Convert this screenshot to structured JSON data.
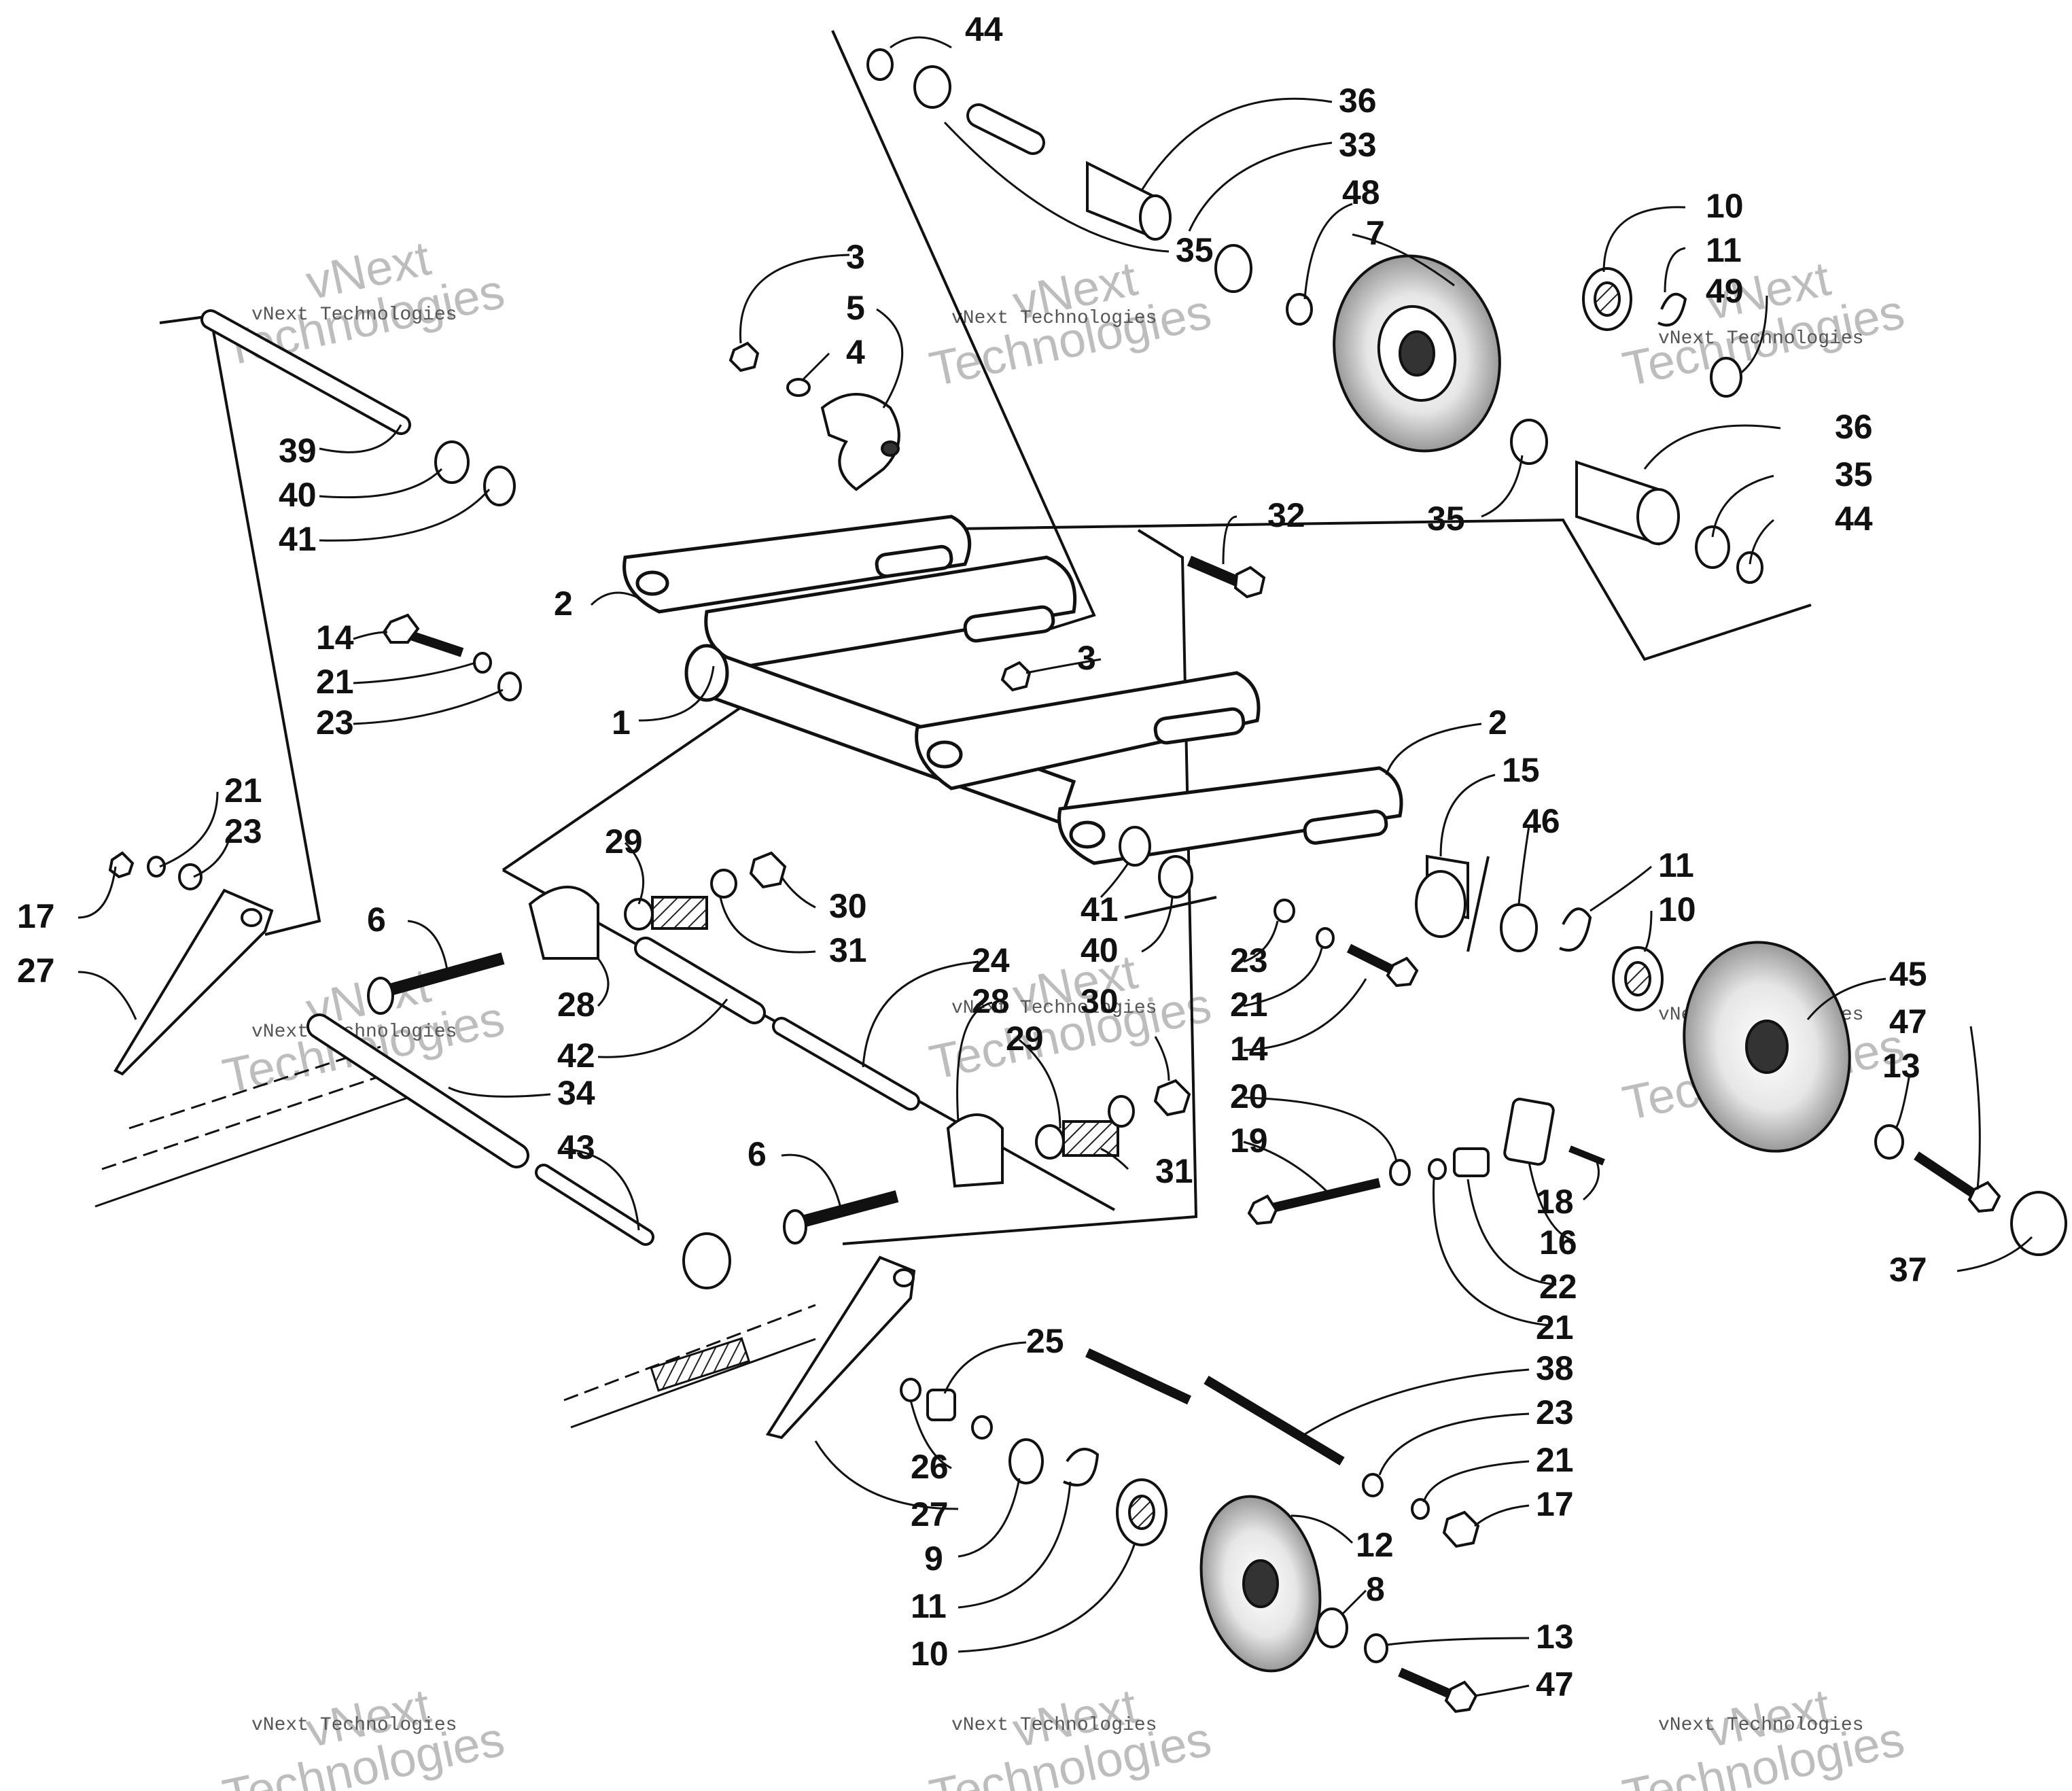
{
  "diagram": {
    "watermark_small": "vNext Technologies",
    "watermark_large_top": "vNext",
    "watermark_large_bottom": "Technologies",
    "callouts": {
      "c44a": "44",
      "c36a": "36",
      "c33": "33",
      "c48": "48",
      "c7": "7",
      "c35a": "35",
      "c10a": "10",
      "c11a": "11",
      "c49": "49",
      "c36b": "36",
      "c35b": "35",
      "c35c": "35",
      "c44b": "44",
      "c3a": "3",
      "c5": "5",
      "c4": "4",
      "c39": "39",
      "c40a": "40",
      "c41a": "41",
      "c2a": "2",
      "c14a": "14",
      "c21a": "21",
      "c23a": "23",
      "c1": "1",
      "c32": "32",
      "c3b": "3",
      "c2b": "2",
      "c15": "15",
      "c46": "46",
      "c11b": "11",
      "c10b": "10",
      "c45": "45",
      "c47a": "47",
      "c13a": "13",
      "c37": "37",
      "c21b": "21",
      "c23b": "23",
      "c17a": "17",
      "c27a": "27",
      "c29a": "29",
      "c30a": "30",
      "c31a": "31",
      "c6a": "6",
      "c28a": "28",
      "c42": "42",
      "c24": "24",
      "c28b": "28",
      "c30b": "30",
      "c29b": "29",
      "c31b": "31",
      "c41b": "41",
      "c40b": "40",
      "c23c": "23",
      "c21c": "21",
      "c14b": "14",
      "c20": "20",
      "c19": "19",
      "c18": "18",
      "c16": "16",
      "c22": "22",
      "c21d": "21",
      "c34": "34",
      "c43": "43",
      "c6b": "6",
      "c25": "25",
      "c38": "38",
      "c23d": "23",
      "c21e": "21",
      "c17b": "17",
      "c26": "26",
      "c27b": "27",
      "c9": "9",
      "c11c": "11",
      "c10c": "10",
      "c12": "12",
      "c8": "8",
      "c13b": "13",
      "c47b": "47"
    }
  }
}
